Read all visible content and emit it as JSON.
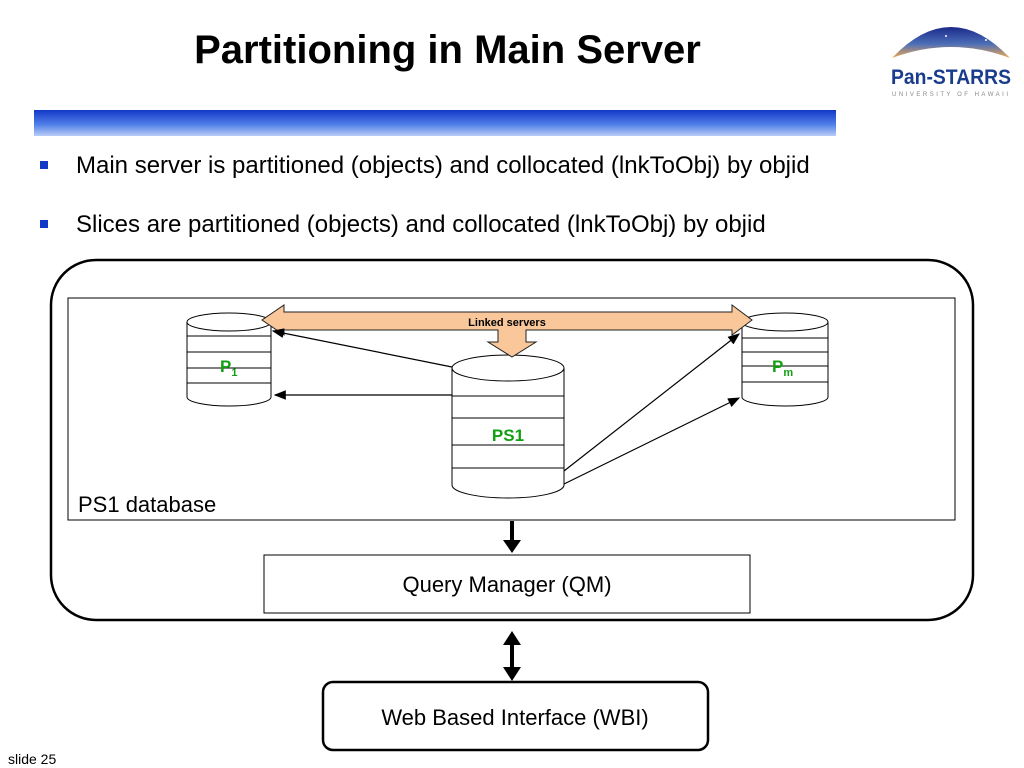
{
  "slide": {
    "title": "Partitioning in Main Server",
    "bullets": [
      "Main server is partitioned (objects) and collocated (lnkToObj) by objid",
      "Slices are partitioned (objects) and collocated (lnkToObj) by objid"
    ],
    "slide_number": "slide 25"
  },
  "logo": {
    "name": "Pan-STARRS",
    "subtitle": "UNIVERSITY OF HAWAII"
  },
  "diagram": {
    "container_label": "PS1 database",
    "linked_servers_label": "Linked servers",
    "nodes": {
      "p1": {
        "main": "P",
        "sub": "1"
      },
      "pm": {
        "main": "P",
        "sub": "m"
      },
      "ps1": "PS1"
    },
    "query_manager": "Query Manager (QM)",
    "wbi": "Web Based Interface (WBI)"
  },
  "colors": {
    "accent_blue": "#1238c8",
    "node_label_green": "#12a012",
    "linked_arrow_fill": "#f9c79a"
  }
}
